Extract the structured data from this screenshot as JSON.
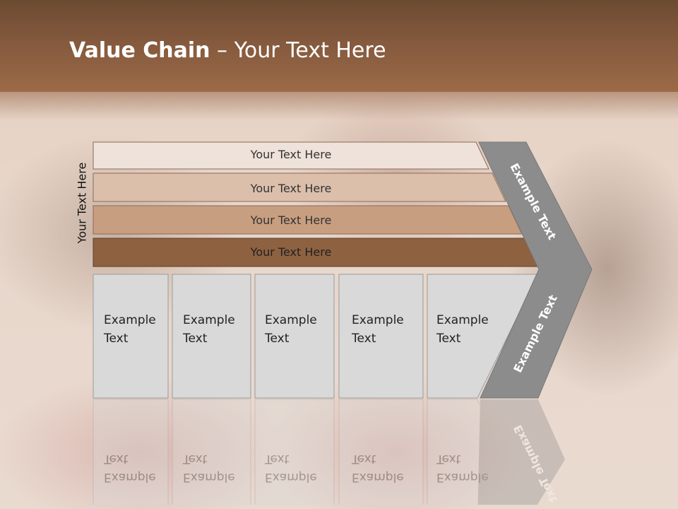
{
  "slide": {
    "title_bold": "Value Chain",
    "title_rest": " – Your Text Here",
    "vertical_label": "Your Text Here"
  },
  "bars": [
    {
      "label": "Your Text Here",
      "color": "#efe2da"
    },
    {
      "label": "Your Text Here",
      "color": "#dcbfab"
    },
    {
      "label": "Your Text Here",
      "color": "#c89e80"
    },
    {
      "label": "Your Text Here",
      "color": "#8e6140"
    }
  ],
  "boxes": [
    {
      "line1": "Example",
      "line2": "Text"
    },
    {
      "line1": "Example",
      "line2": "Text"
    },
    {
      "line1": "Example",
      "line2": "Text"
    },
    {
      "line1": "Example",
      "line2": "Text"
    },
    {
      "line1": "Example",
      "line2": "Text"
    }
  ],
  "arrow": {
    "upper_label": "Example Text",
    "lower_label": "Example Text",
    "color": "#8c8c8c"
  },
  "colors": {
    "header": "#84593d",
    "box_fill": "#d9d9d9",
    "box_border": "#9a9a9a"
  }
}
